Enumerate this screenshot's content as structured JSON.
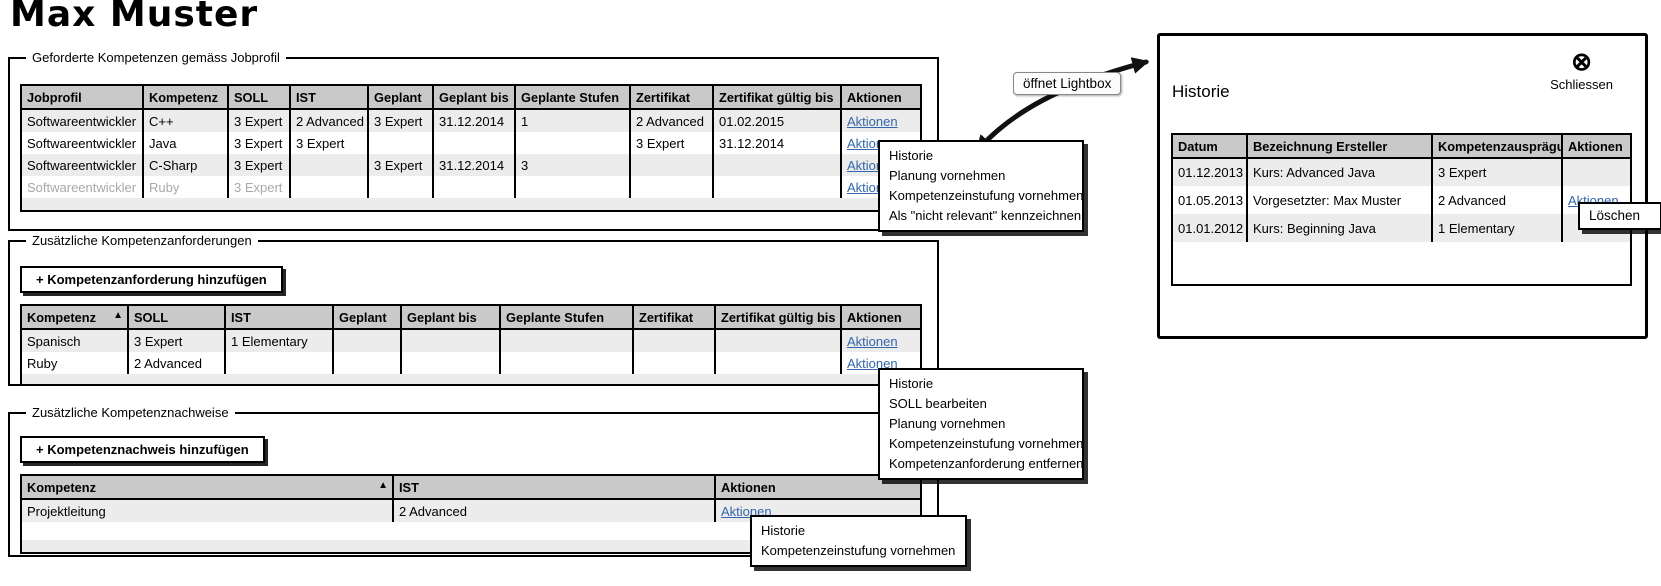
{
  "title": "Max Muster",
  "icons": {
    "sort_asc": "▲",
    "close": "⊗"
  },
  "labels": {
    "aktionen": "Aktionen"
  },
  "tooltip": {
    "label": "öffnet Lightbox"
  },
  "section_jobprofil": {
    "legend": "Geforderte Kompetenzen gemäss Jobprofil",
    "columns": [
      "Jobprofil",
      "Kompetenz",
      "SOLL",
      "IST",
      "Geplant",
      "Geplant bis",
      "Geplante Stufen",
      "Zertifikat",
      "Zertifikat gültig bis",
      "Aktionen"
    ],
    "rows": [
      [
        "Softwareentwickler",
        "C++",
        "3 Expert",
        "2 Advanced",
        "3 Expert",
        "31.12.2014",
        "1",
        "2 Advanced",
        "01.02.2015"
      ],
      [
        "Softwareentwickler",
        "Java",
        "3 Expert",
        "3 Expert",
        "",
        "",
        "",
        "3 Expert",
        "31.12.2014"
      ],
      [
        "Softwareentwickler",
        "C-Sharp",
        "3 Expert",
        "",
        "3 Expert",
        "31.12.2014",
        "3",
        "",
        ""
      ],
      [
        "Softwareentwickler",
        "Ruby",
        "3 Expert",
        "",
        "",
        "",
        "",
        "",
        ""
      ]
    ]
  },
  "menu_jobprofil": {
    "items": [
      "Historie",
      "Planung vornehmen",
      "Kompetenzeinstufung vornehmen",
      "Als \"nicht relevant\" kennzeichnen"
    ]
  },
  "lightbox": {
    "title": "Historie",
    "close_label": "Schliessen",
    "columns": [
      "Datum",
      "Bezeichnung Ersteller",
      "Kompetenzausprägung",
      "Aktionen"
    ],
    "rows": [
      [
        "01.12.2013",
        "Kurs: Advanced Java",
        "3 Expert",
        ""
      ],
      [
        "01.05.2013",
        "Vorgesetzter: Max Muster",
        "2 Advanced",
        "Aktionen"
      ],
      [
        "01.01.2012",
        "Kurs: Beginning Java",
        "1 Elementary",
        ""
      ]
    ],
    "row_menu": {
      "items": [
        "Löschen"
      ]
    }
  },
  "section_anforderungen": {
    "legend": "Zusätzliche Kompetenzanforderungen",
    "add_button": "+ Kompetenzanforderung hinzufügen",
    "columns": [
      "Kompetenz",
      "SOLL",
      "IST",
      "Geplant",
      "Geplant bis",
      "Geplante Stufen",
      "Zertifikat",
      "Zertifikat gültig bis",
      "Aktionen"
    ],
    "rows": [
      [
        "Spanisch",
        "3 Expert",
        "1 Elementary",
        "",
        "",
        "",
        "",
        ""
      ],
      [
        "Ruby",
        "2 Advanced",
        "",
        "",
        "",
        "",
        "",
        ""
      ]
    ]
  },
  "menu_anforderungen": {
    "items": [
      "Historie",
      "SOLL bearbeiten",
      "Planung vornehmen",
      "Kompetenzeinstufung vornehmen",
      "Kompetenzanforderung entfernen"
    ]
  },
  "section_nachweise": {
    "legend": "Zusätzliche Kompetenznachweise",
    "add_button": "+ Kompetenznachweis hinzufügen",
    "columns": [
      "Kompetenz",
      "IST",
      "Aktionen"
    ],
    "rows": [
      [
        "Projektleitung",
        "2 Advanced"
      ]
    ]
  },
  "menu_nachweise": {
    "items": [
      "Historie",
      "Kompetenzeinstufung vornehmen"
    ]
  }
}
